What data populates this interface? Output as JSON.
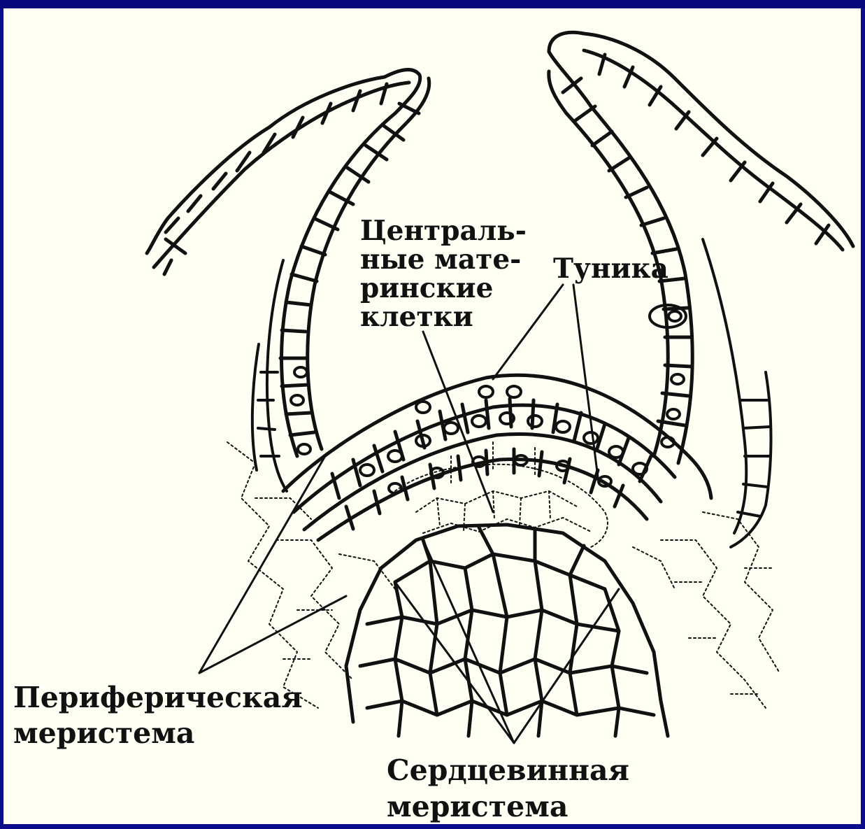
{
  "labels": {
    "central_cells": "Централь-\nные мате-\nринские\nклетки",
    "tunica": "Туника",
    "peripheral_meristem": "Периферическая\nмеристема",
    "pith_meristem": "Сердцевинная\nмеристема"
  },
  "colors": {
    "background": "#fffff3",
    "border": "#0d0d8c",
    "ink": "#111111"
  }
}
